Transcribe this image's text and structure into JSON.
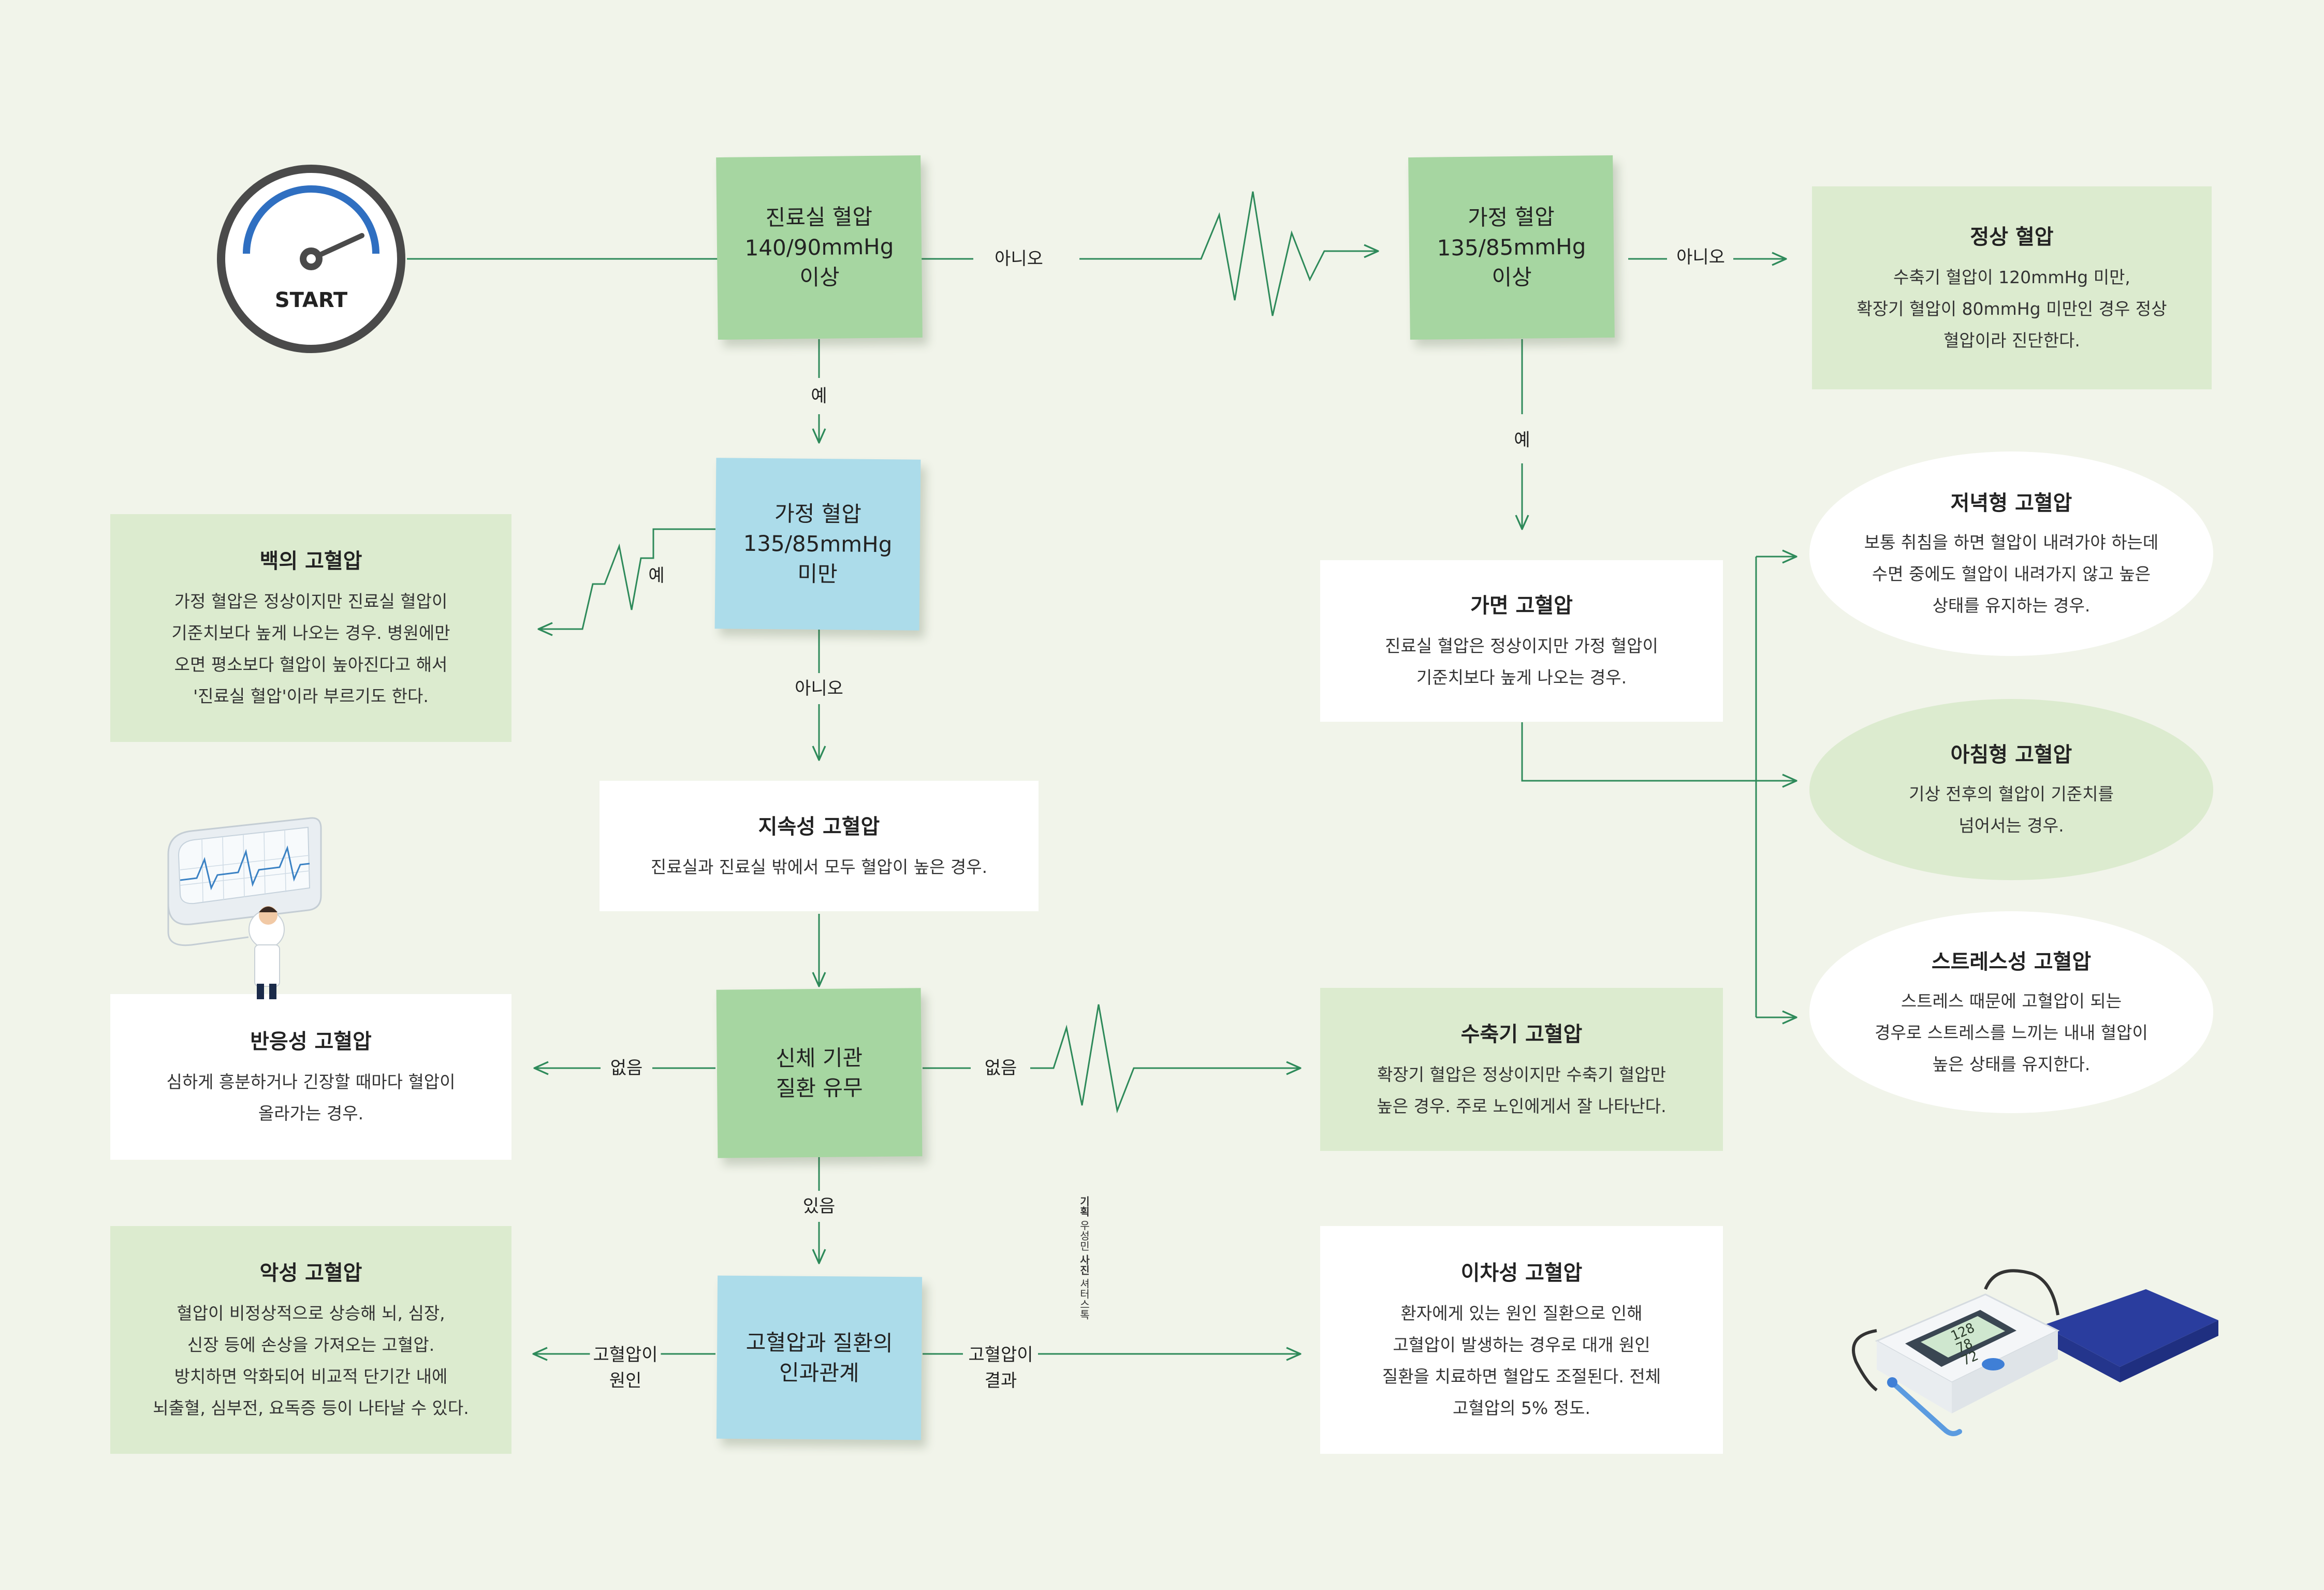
{
  "start": {
    "label": "START"
  },
  "notes": {
    "clinic_bp": [
      "진료실 혈압",
      "140/90mmHg",
      "이상"
    ],
    "home_bp_top": [
      "가정 혈압",
      "135/85mmHg",
      "이상"
    ],
    "home_bp_mid": [
      "가정 혈압",
      "135/85mmHg",
      "미만"
    ],
    "organ": [
      "신체 기관",
      "질환 유무"
    ],
    "causal": [
      "고혈압과 질환의",
      "인과관계"
    ]
  },
  "edge_labels": {
    "no_1": "아니오",
    "no_2": "아니오",
    "yes_1": "예",
    "yes_2": "예",
    "yes_3": "예",
    "no_3": "아니오",
    "none_left": "없음",
    "none_right": "없음",
    "exists": "있음",
    "cause": [
      "고혈압이",
      "원인"
    ],
    "result": [
      "고혈압이",
      "결과"
    ]
  },
  "boxes": {
    "normal": {
      "title": "정상 혈압",
      "desc": [
        "수축기 혈압이 120mmHg 미만,",
        "확장기 혈압이 80mmHg 미만인 경우 정상",
        "혈압이라 진단한다."
      ]
    },
    "white_coat": {
      "title": "백의 고혈압",
      "desc": [
        "가정 혈압은 정상이지만 진료실 혈압이",
        "기준치보다 높게 나오는 경우. 병원에만",
        "오면 평소보다 혈압이 높아진다고 해서",
        "'진료실 혈압'이라 부르기도 한다."
      ]
    },
    "masked": {
      "title": "가면 고혈압",
      "desc": [
        "진료실 혈압은 정상이지만 가정 혈압이",
        "기준치보다 높게 나오는 경우."
      ]
    },
    "sustained": {
      "title": "지속성 고혈압",
      "desc": [
        "진료실과 진료실 밖에서 모두 혈압이 높은 경우."
      ]
    },
    "reactive": {
      "title": "반응성 고혈압",
      "desc": [
        "심하게 흥분하거나 긴장할 때마다 혈압이",
        "올라가는 경우."
      ]
    },
    "systolic": {
      "title": "수축기 고혈압",
      "desc": [
        "확장기 혈압은 정상이지만 수축기 혈압만",
        "높은 경우. 주로 노인에게서 잘 나타난다."
      ]
    },
    "malignant": {
      "title": "악성 고혈압",
      "desc": [
        "혈압이 비정상적으로 상승해 뇌, 심장,",
        "신장 등에 손상을 가져오는 고혈압.",
        "방치하면 악화되어 비교적 단기간 내에",
        "뇌출혈, 심부전, 요독증 등이 나타날 수 있다."
      ]
    },
    "secondary": {
      "title": "이차성 고혈압",
      "desc": [
        "환자에게 있는 원인 질환으로 인해",
        "고혈압이 발생하는 경우로 대개 원인",
        "질환을 치료하면 혈압도 조절된다. 전체",
        "고혈압의 5% 정도."
      ]
    },
    "evening": {
      "title": "저녁형 고혈압",
      "desc": [
        "보통 취침을 하면 혈압이 내려가야 하는데",
        "수면 중에도 혈압이 내려가지 않고 높은",
        "상태를 유지하는 경우."
      ]
    },
    "morning": {
      "title": "아침형 고혈압",
      "desc": [
        "기상 전후의 혈압이 기준치를",
        "넘어서는 경우."
      ]
    },
    "stress": {
      "title": "스트레스성 고혈압",
      "desc": [
        "스트레스 때문에 고혈압이 되는",
        "경우로 스트레스를 느끼는 내내 혈압이",
        "높은 상태를 유지한다."
      ]
    }
  },
  "credit": {
    "plan_label": "기획",
    "plan": "우성민",
    "photo_label": "사진",
    "photo": "셔터스톡"
  },
  "monitor": {
    "reading": [
      "128",
      "78",
      "72"
    ]
  },
  "colors": {
    "line": "#2e8a5a",
    "note_green": "#a6d6a1",
    "note_blue": "#acdcea",
    "box_green": "#dcebcf",
    "background": "#f1f4ea"
  }
}
